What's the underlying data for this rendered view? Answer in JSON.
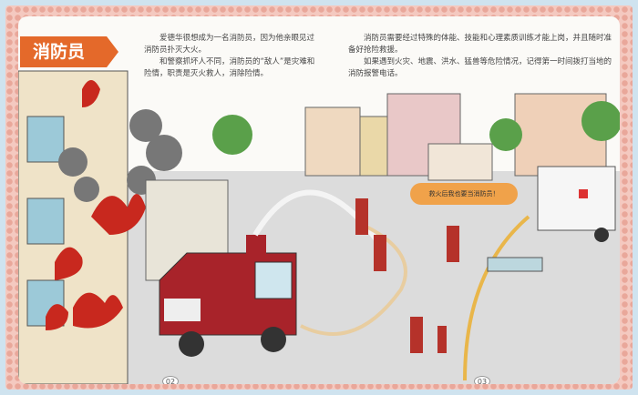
{
  "title": "消防员",
  "left_text": [
    "爱德华很想成为一名消防员，因为他亲眼见过消防员扑灭大火。",
    "和警察抓坏人不同，消防员的“敌人”是灾难和险情，职责是灭火救人，消除险情。"
  ],
  "right_text": [
    "消防员需要经过特殊的体能、技能和心理素质训练才能上岗，并且随时准备好抢险救援。",
    "如果遇到火灾、地震、洪水、猛兽等危险情况，记得第一时间拨打当地的消防报警电话。"
  ],
  "speech_bubble": "救火后我也要当消防员！",
  "page_numbers": [
    "02",
    "03"
  ],
  "colors": {
    "title_bg": "#e4692a",
    "truck": "#a8232a",
    "fire": "#c8281e",
    "ground": "#dcdcdc"
  }
}
